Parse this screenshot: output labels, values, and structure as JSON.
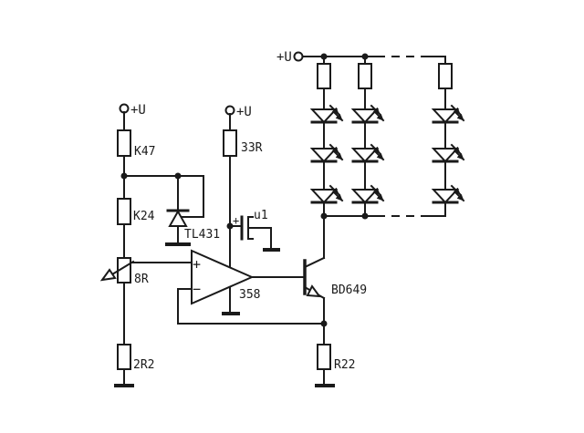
{
  "schematic": {
    "supply_label": "+U",
    "left_branch": {
      "r_top": "K47",
      "r_mid": "K24",
      "pot": "8R",
      "r_bottom": "2R2"
    },
    "reference": {
      "label": "TL431"
    },
    "supply_filter": {
      "resistor": "33R",
      "cap": "u1",
      "cap_polarity": "+"
    },
    "opamp": {
      "label": "358",
      "plus": "+",
      "minus": "−"
    },
    "output_stage": {
      "transistor": "BD649",
      "emitter_resistor": "R22"
    },
    "led_array": {
      "columns_shown": 3,
      "leds_per_column": 3
    },
    "colors": {
      "wire": "#1a1a1a",
      "background": "#ffffff"
    }
  }
}
